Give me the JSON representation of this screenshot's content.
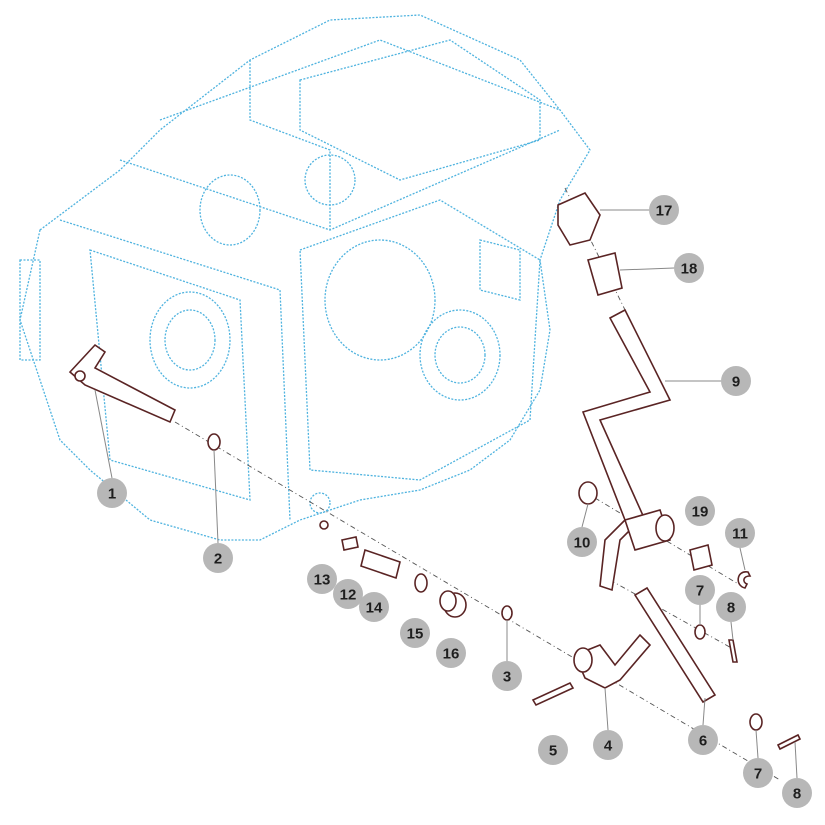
{
  "diagram": {
    "type": "exploded-parts-diagram",
    "colors": {
      "housing": "#4fb3df",
      "parts": "#5a2424",
      "badge": "#b7b7b7",
      "badge_text": "#1e1e1e"
    },
    "callouts": [
      {
        "label": "1"
      },
      {
        "label": "2"
      },
      {
        "label": "3"
      },
      {
        "label": "4"
      },
      {
        "label": "5"
      },
      {
        "label": "6"
      },
      {
        "label": "7"
      },
      {
        "label": "7"
      },
      {
        "label": "8"
      },
      {
        "label": "8"
      },
      {
        "label": "9"
      },
      {
        "label": "10"
      },
      {
        "label": "11"
      },
      {
        "label": "12"
      },
      {
        "label": "13"
      },
      {
        "label": "14"
      },
      {
        "label": "15"
      },
      {
        "label": "16"
      },
      {
        "label": "17"
      },
      {
        "label": "18"
      },
      {
        "label": "19"
      }
    ]
  }
}
